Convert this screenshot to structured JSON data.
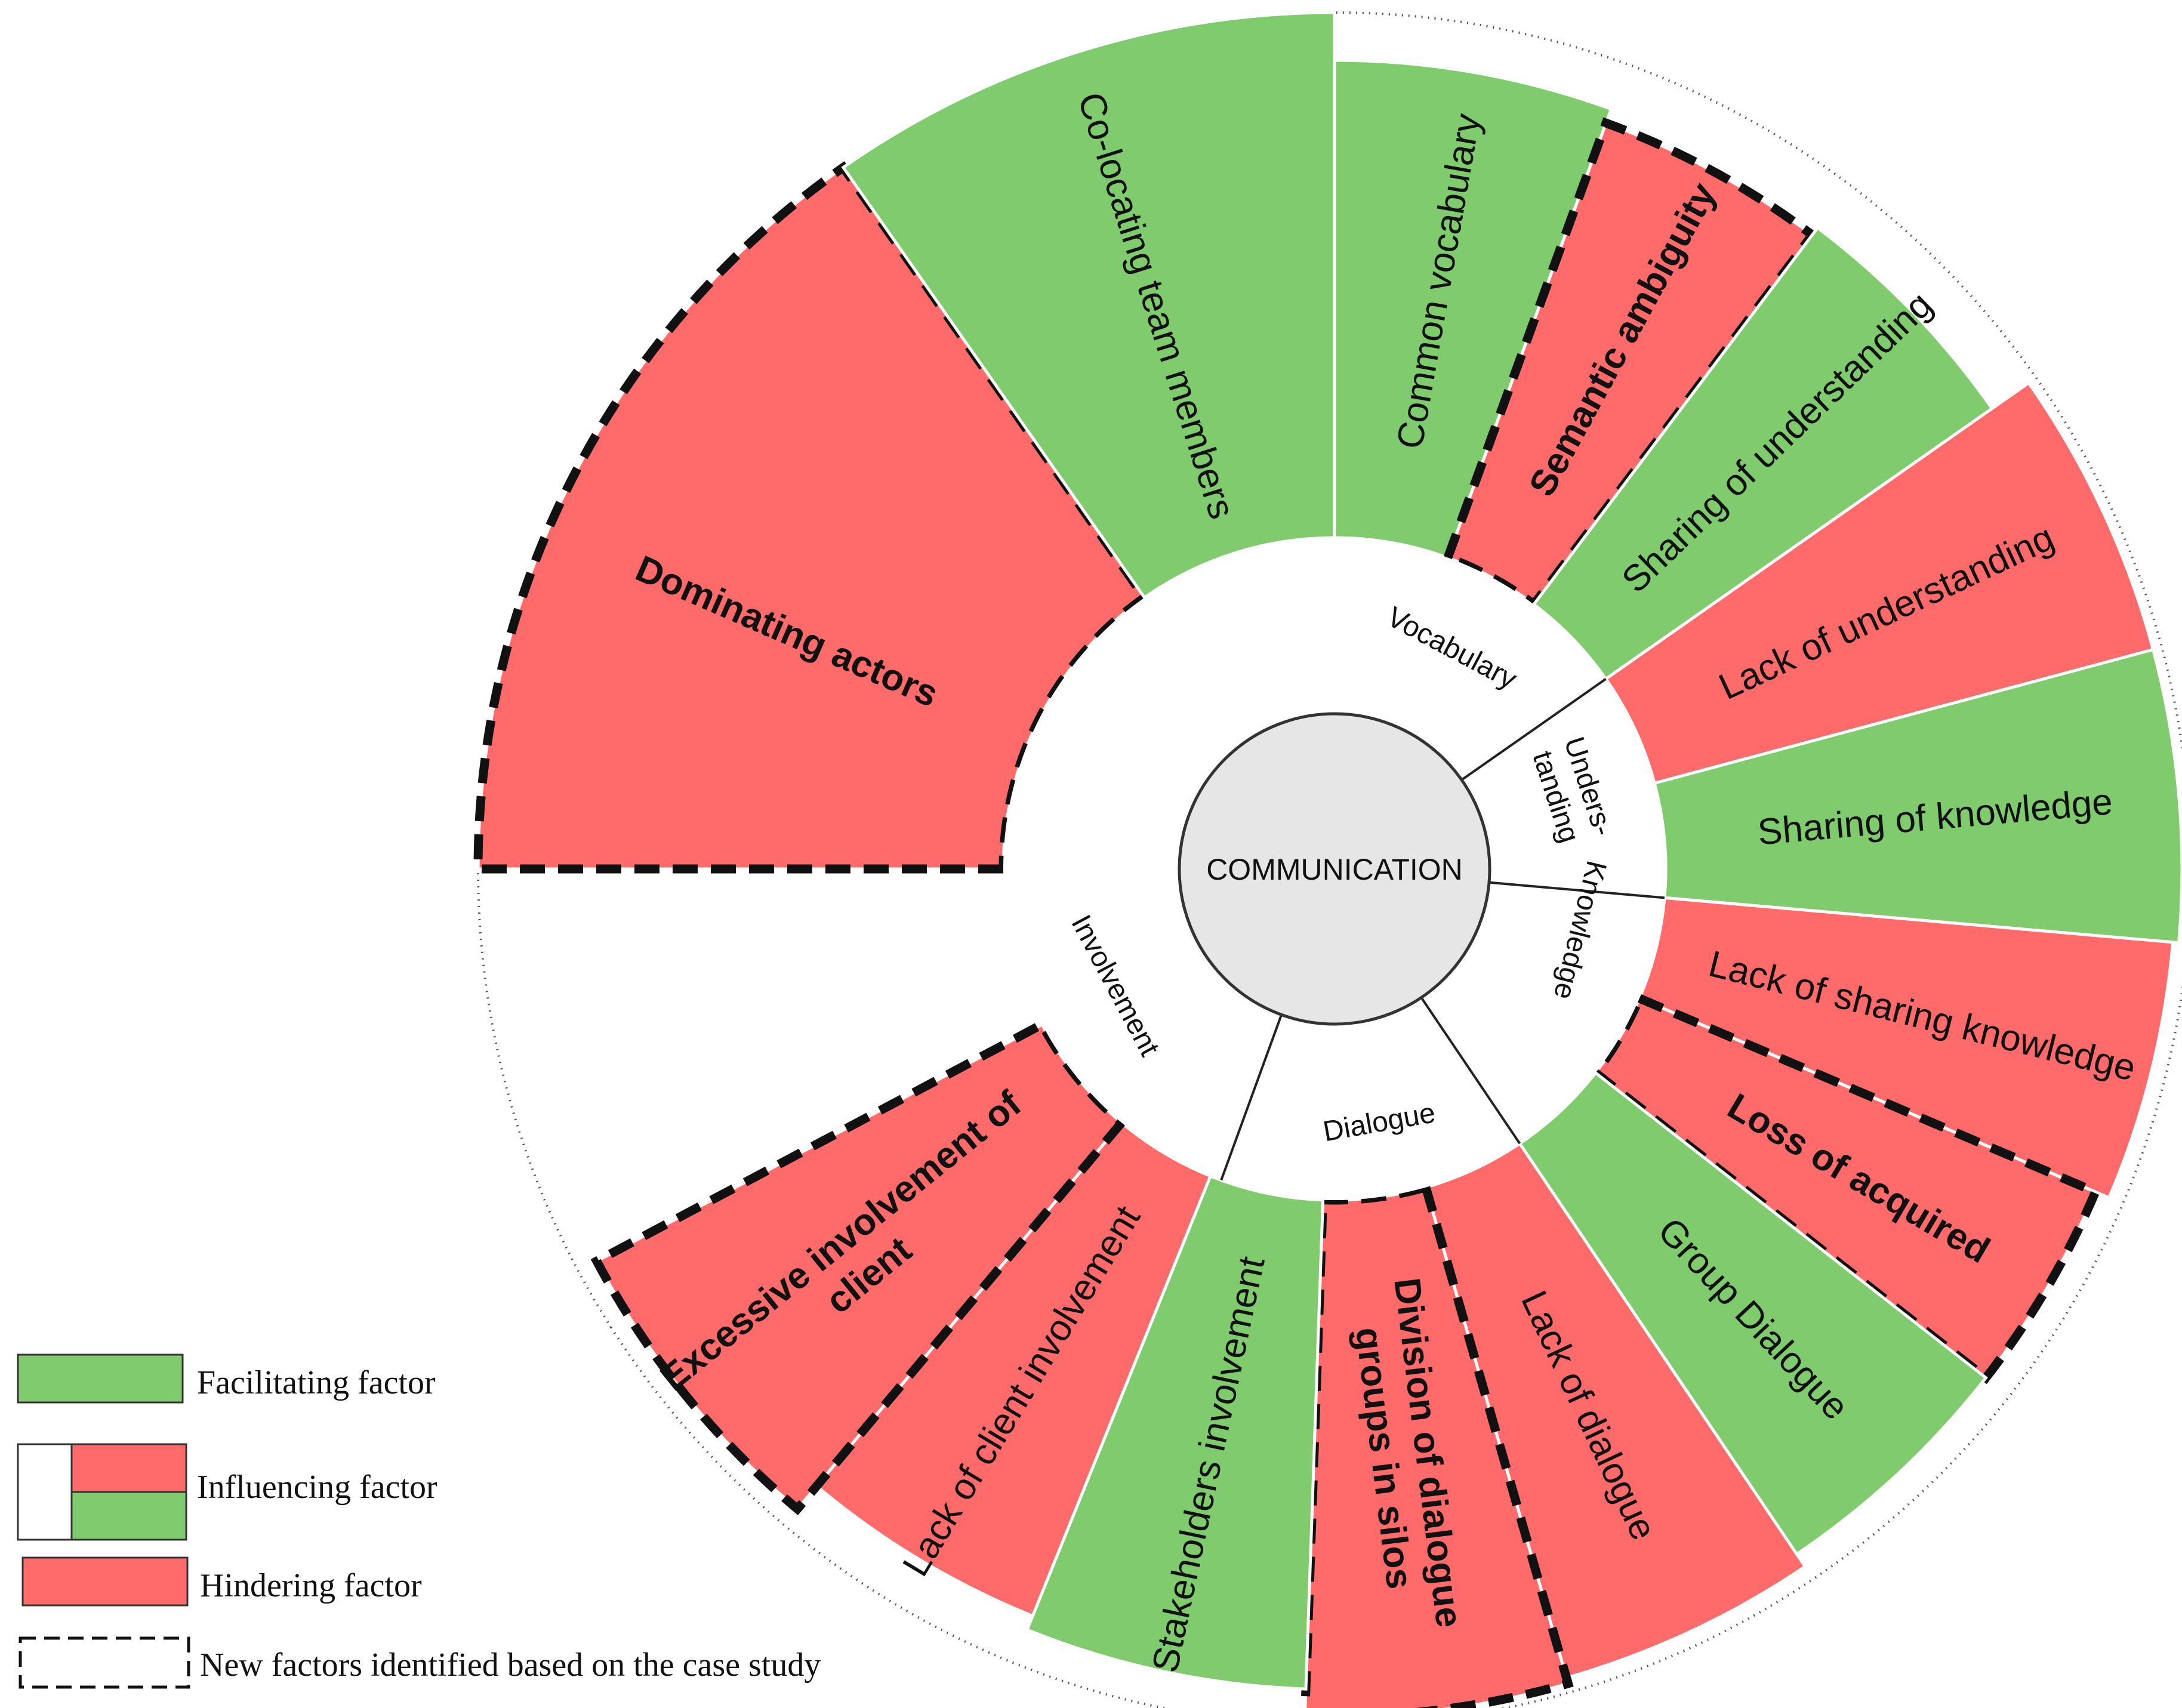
{
  "center": {
    "label": "COMMUNICATION"
  },
  "colors": {
    "facilitating": "#7fcb6e",
    "hindering": "#ff6b6b",
    "center_fill": "#e6e6e6",
    "dash": "#111111"
  },
  "groups": [
    {
      "id": "vocabulary",
      "label": "Vocabulary"
    },
    {
      "id": "understanding",
      "label": "Unders-\ntanding"
    },
    {
      "id": "knowledge",
      "label": "Knowledge"
    },
    {
      "id": "dialogue",
      "label": "Dialogue"
    },
    {
      "id": "involvement",
      "label": "Involvement"
    }
  ],
  "factors": [
    {
      "label": "Common vocabulary",
      "type": "facilitating",
      "new": false,
      "bold": false
    },
    {
      "label": "Semantic ambiguity",
      "type": "hindering",
      "new": true,
      "bold": true
    },
    {
      "label": "Sharing of understanding",
      "type": "facilitating",
      "new": false,
      "bold": false
    },
    {
      "label": "Lack of understanding",
      "type": "hindering",
      "new": false,
      "bold": false
    },
    {
      "label": "Sharing of knowledge",
      "type": "facilitating",
      "new": false,
      "bold": false
    },
    {
      "label": "Lack of sharing knowledge",
      "type": "hindering",
      "new": false,
      "bold": false
    },
    {
      "label": "Loss of acquired",
      "type": "hindering",
      "new": true,
      "bold": true
    },
    {
      "label": "Group Dialogue",
      "type": "facilitating",
      "new": false,
      "bold": false
    },
    {
      "label": "Lack of dialogue",
      "type": "hindering",
      "new": false,
      "bold": false
    },
    {
      "label": "Division of  dialogue\ngroups in silos",
      "type": "hindering",
      "new": true,
      "bold": true
    },
    {
      "label": "Stakeholders involvement",
      "type": "facilitating",
      "new": false,
      "bold": false
    },
    {
      "label": "Lack of client involvement",
      "type": "hindering",
      "new": false,
      "bold": false
    },
    {
      "label": "Excessive involvement of\nclient",
      "type": "hindering",
      "new": true,
      "bold": true
    },
    {
      "label": "Dominating actors",
      "type": "hindering",
      "new": true,
      "bold": true
    },
    {
      "label": "Co-locating team members",
      "type": "facilitating",
      "new": false,
      "bold": false
    }
  ],
  "legend": {
    "facilitating": "Facilitating factor",
    "influencing": "Influencing factor",
    "hindering": "Hindering factor",
    "new_factors": "New factors identified based on the case study"
  }
}
